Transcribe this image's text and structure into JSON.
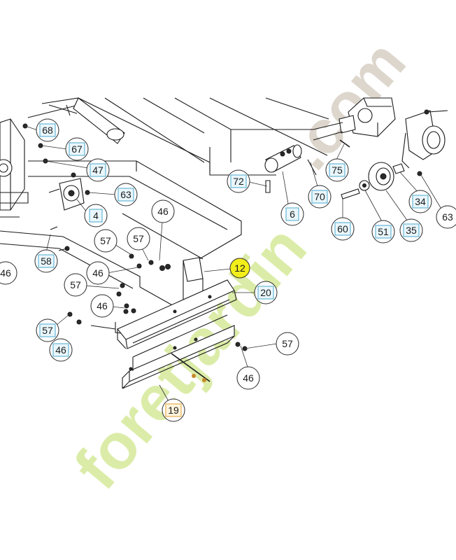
{
  "watermark": {
    "brand": "foretjardin",
    "domain": ".com",
    "brand_color": "#d8eb9f",
    "domain_color": "#d8cfc4"
  },
  "colors": {
    "line": "#1a1a1a",
    "label_box_fill": "#e9f6fb",
    "label_box_stroke": "#4aa9cf",
    "highlight_fill": "#f2ee1a",
    "part_19_color": "#e0a030"
  },
  "callouts": [
    {
      "id": "c68",
      "label": "68",
      "style": "boxed"
    },
    {
      "id": "c67",
      "label": "67",
      "style": "boxed"
    },
    {
      "id": "c47",
      "label": "47",
      "style": "boxed"
    },
    {
      "id": "c63a",
      "label": "63",
      "style": "boxed"
    },
    {
      "id": "c4",
      "label": "4",
      "style": "boxed"
    },
    {
      "id": "c46a",
      "label": "46",
      "style": "plain"
    },
    {
      "id": "c57a",
      "label": "57",
      "style": "plain"
    },
    {
      "id": "c57b",
      "label": "57",
      "style": "plain"
    },
    {
      "id": "c58",
      "label": "58",
      "style": "boxed"
    },
    {
      "id": "c46b",
      "label": "46",
      "style": "plain"
    },
    {
      "id": "c46c",
      "label": "46",
      "style": "plain"
    },
    {
      "id": "c12",
      "label": "12",
      "style": "highlight"
    },
    {
      "id": "c57c",
      "label": "57",
      "style": "plain"
    },
    {
      "id": "c20",
      "label": "20",
      "style": "boxed"
    },
    {
      "id": "c46d",
      "label": "46",
      "style": "plain"
    },
    {
      "id": "c57d",
      "label": "57",
      "style": "boxed"
    },
    {
      "id": "c46e",
      "label": "46",
      "style": "boxed"
    },
    {
      "id": "c57e",
      "label": "57",
      "style": "plain"
    },
    {
      "id": "c46f",
      "label": "46",
      "style": "plain"
    },
    {
      "id": "c19",
      "label": "19",
      "style": "orange"
    },
    {
      "id": "c72",
      "label": "72",
      "style": "boxed"
    },
    {
      "id": "c6",
      "label": "6",
      "style": "boxed"
    },
    {
      "id": "c70",
      "label": "70",
      "style": "boxed"
    },
    {
      "id": "c75",
      "label": "75",
      "style": "boxed"
    },
    {
      "id": "c60",
      "label": "60",
      "style": "boxed"
    },
    {
      "id": "c51",
      "label": "51",
      "style": "boxed"
    },
    {
      "id": "c35",
      "label": "35",
      "style": "boxed"
    },
    {
      "id": "c34",
      "label": "34",
      "style": "boxed"
    },
    {
      "id": "c63b",
      "label": "63",
      "style": "plain"
    }
  ]
}
